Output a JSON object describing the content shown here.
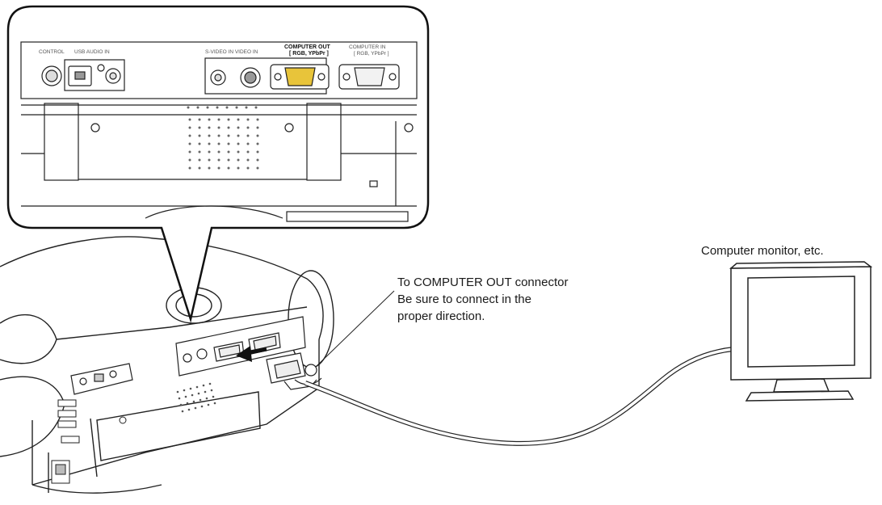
{
  "captions": {
    "monitor": "Computer monitor, etc.",
    "connector_line1": "To COMPUTER OUT connector",
    "connector_line2": "Be sure to connect in the",
    "connector_line3": "proper direction."
  },
  "panel_labels": {
    "control": "CONTROL",
    "usb": "USB AUDIO IN",
    "s_video": "S-VIDEO IN VIDEO IN",
    "computer_out": "COMPUTER OUT",
    "computer_out_sub": "[ RGB, YPbPr ]",
    "computer_in": "COMPUTER IN",
    "computer_in_sub": "[ RGB, YPbPr ]"
  },
  "colors": {
    "highlight_connector": "#e8c43a",
    "line": "#222222"
  }
}
